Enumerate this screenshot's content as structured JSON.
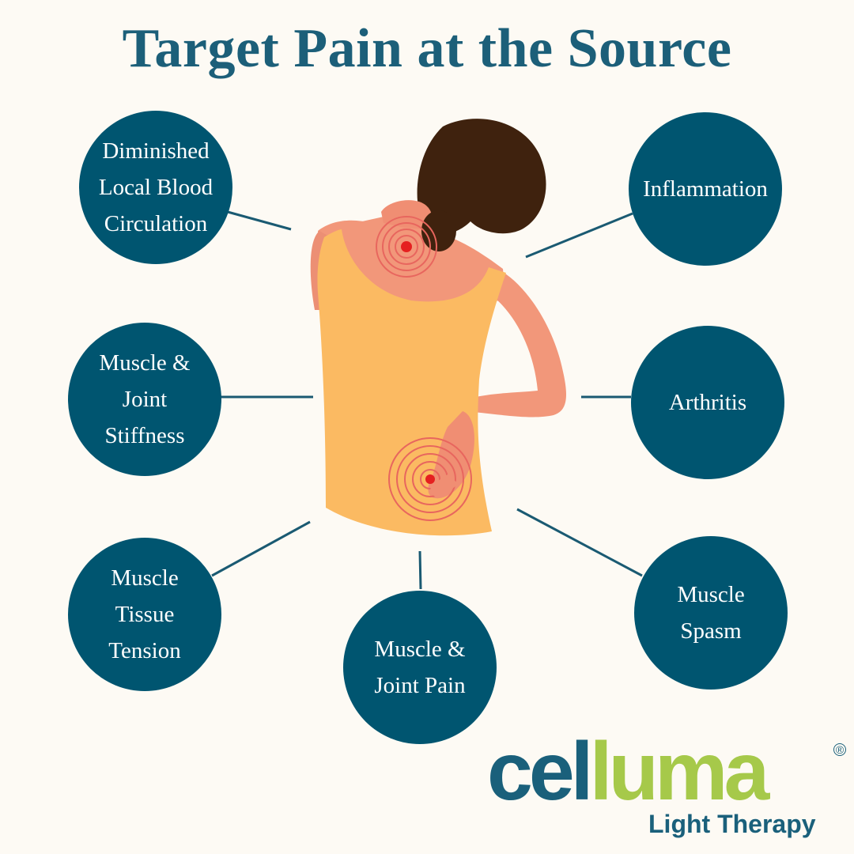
{
  "title": "Target Pain at the Source",
  "conditions": [
    {
      "id": "circulation",
      "lines": [
        "Diminished",
        "Local Blood",
        "Circulation"
      ]
    },
    {
      "id": "inflammation",
      "lines": [
        "Inflammation"
      ]
    },
    {
      "id": "stiffness",
      "lines": [
        "Muscle &",
        "Joint",
        "Stiffness"
      ]
    },
    {
      "id": "arthritis",
      "lines": [
        "Arthritis"
      ]
    },
    {
      "id": "tension",
      "lines": [
        "Muscle",
        "Tissue",
        "Tension"
      ]
    },
    {
      "id": "pain",
      "lines": [
        "Muscle &",
        "Joint Pain"
      ]
    },
    {
      "id": "spasm",
      "lines": [
        "Muscle",
        "Spasm"
      ]
    }
  ],
  "colors": {
    "circle": "#005570",
    "title": "#1c5f79",
    "logo_blue": "#1a607b",
    "logo_green": "#a6c94a",
    "background": "#fdfaf4"
  },
  "logo": {
    "part1": "cel",
    "part2": "luma",
    "registered": "®",
    "subtitle": "Light Therapy"
  }
}
